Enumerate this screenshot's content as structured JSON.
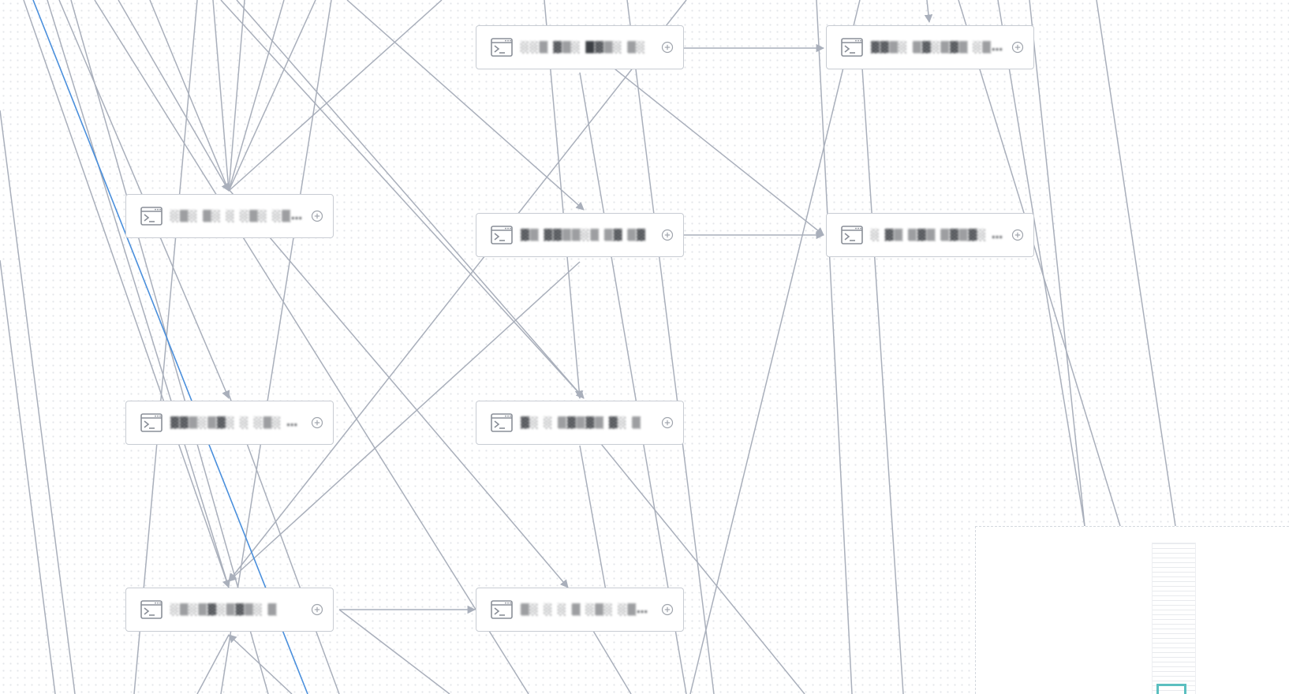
{
  "canvas": {
    "nodes": [
      {
        "id": "n1",
        "label": "░░▒ ▓▒░ █▓▒░ ▒░",
        "action": "add"
      },
      {
        "id": "n2",
        "label": "▓▓▒░ ▒▓░▒▓▒ ░▒▓▒░▒▓",
        "action": "add"
      },
      {
        "id": "n3",
        "label": "░▒░ ▒░ ░ ░▒░ ░▒▓▒ ░",
        "action": "add"
      },
      {
        "id": "n4",
        "label": "▓▒ ▓▓▒▒░▒ ▒▓ ▒▓",
        "action": "add"
      },
      {
        "id": "n5",
        "label": "░ ▓▒ ▒▓▒ ▒▓▒▓░ ▒▓▒░▒",
        "action": "add"
      },
      {
        "id": "n6",
        "label": "▓▓▒░▒▓░ ░ ░▒░ ░▒ ░",
        "action": "add"
      },
      {
        "id": "n7",
        "label": "▓░ ░ ▒▓▒▓▒ ▓░ ▒",
        "action": "add"
      },
      {
        "id": "n8",
        "label": "░▒░▒▓░▒▓▒░ ▒",
        "action": "add"
      },
      {
        "id": "n9",
        "label": "▒░ ░ ░ ▒ ░▒░ ░▒░ ░",
        "action": "add"
      }
    ],
    "icons": {
      "node": "terminal-window-icon",
      "add": "plus-circle-icon"
    },
    "colors": {
      "edge": "#a9afbb",
      "edge_highlight": "#4a8fdc",
      "node_border": "#c8ccd3",
      "minimap_viewport": "#5bbfc0"
    }
  }
}
